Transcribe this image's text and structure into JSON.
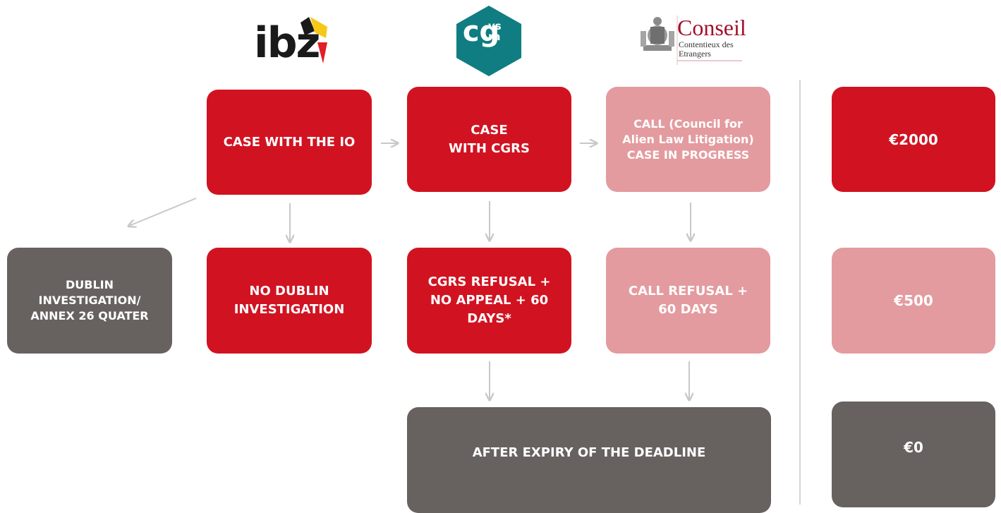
{
  "logos": {
    "ibz": {
      "text": "ibz"
    },
    "cgvs": {
      "main": "cg",
      "superscript": "vs",
      "subscript": "ra"
    },
    "conseil": {
      "title": "Conseil",
      "line1": "Contentieux des",
      "line2": "Etrangers"
    }
  },
  "boxes": {
    "case_io": "CASE WITH THE IO",
    "case_cgrs": "CASE\nWITH CGRS",
    "call_case": "CALL (Council for\nAlien Law Litigation)\nCASE IN PROGRESS",
    "dublin": "DUBLIN\nINVESTIGATION/\nANNEX 26 QUATER",
    "no_dublin": "NO DUBLIN\nINVESTIGATION",
    "cgrs_refusal": "CGRS REFUSAL +\nNO APPEAL + 60\nDAYS*",
    "call_refusal": "CALL REFUSAL +\n60 DAYS",
    "after_expiry": "AFTER EXPIRY OF THE DEADLINE"
  },
  "amounts": {
    "high": "€2000",
    "mid": "€500",
    "zero": "€0"
  },
  "colors": {
    "red": "#d11321",
    "pink": "#e39b9f",
    "grey": "#67625f",
    "arrow": "#c8c8c8",
    "cgvs_teal": "#0f7d82"
  }
}
